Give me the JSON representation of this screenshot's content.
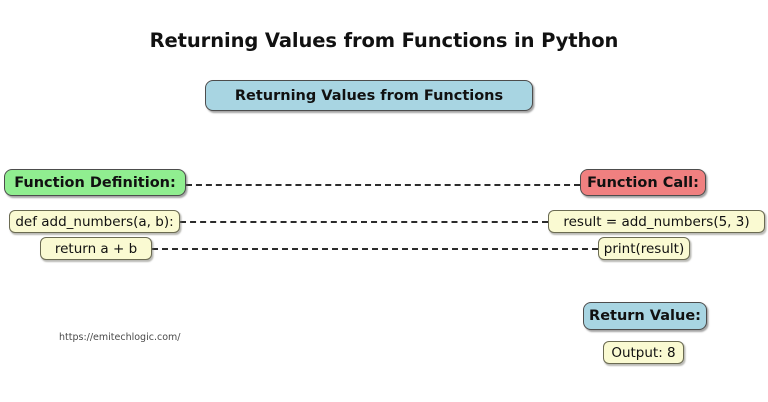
{
  "page": {
    "title": "Returning Values from Functions in Python",
    "watermark": "https://emitechlogic.com/",
    "background_color": "#ffffff"
  },
  "colors": {
    "header_blue": "#a8d5e2",
    "header_green": "#90ee90",
    "header_red": "#f08080",
    "code_cream": "#fafad2",
    "border_dark": "#4d4d4d",
    "border_code": "#6b6b52",
    "line_dash": "#2b2b2b",
    "text": "#111111",
    "watermark_text": "#4a4a4a"
  },
  "diagram": {
    "type": "flowchart",
    "banner": {
      "label": "Returning Values from Functions",
      "fill": "#a8d5e2"
    },
    "columns": [
      {
        "id": "function-definition",
        "header": {
          "label": "Function Definition:",
          "fill": "#90ee90"
        },
        "steps": [
          {
            "id": "def-line",
            "label": "def add_numbers(a, b):",
            "fill": "#fafad2"
          },
          {
            "id": "return-line",
            "label": "return a + b",
            "fill": "#fafad2"
          }
        ]
      },
      {
        "id": "function-call",
        "header": {
          "label": "Function Call:",
          "fill": "#f08080"
        },
        "steps": [
          {
            "id": "call-line",
            "label": "result = add_numbers(5, 3)",
            "fill": "#fafad2"
          },
          {
            "id": "print-line",
            "label": "print(result)",
            "fill": "#fafad2"
          }
        ]
      },
      {
        "id": "return-value",
        "header": {
          "label": "Return Value:",
          "fill": "#a8d5e2"
        },
        "steps": [
          {
            "id": "output-line",
            "label": "Output: 8",
            "fill": "#fafad2"
          }
        ]
      }
    ],
    "connectors": [
      {
        "id": "header-link",
        "from": "function-definition",
        "to": "function-call",
        "style": "dashed"
      },
      {
        "id": "def-link",
        "from": "def-line",
        "to": "call-line",
        "style": "dashed"
      },
      {
        "id": "return-link",
        "from": "return-line",
        "to": "print-line",
        "style": "dashed"
      }
    ]
  }
}
